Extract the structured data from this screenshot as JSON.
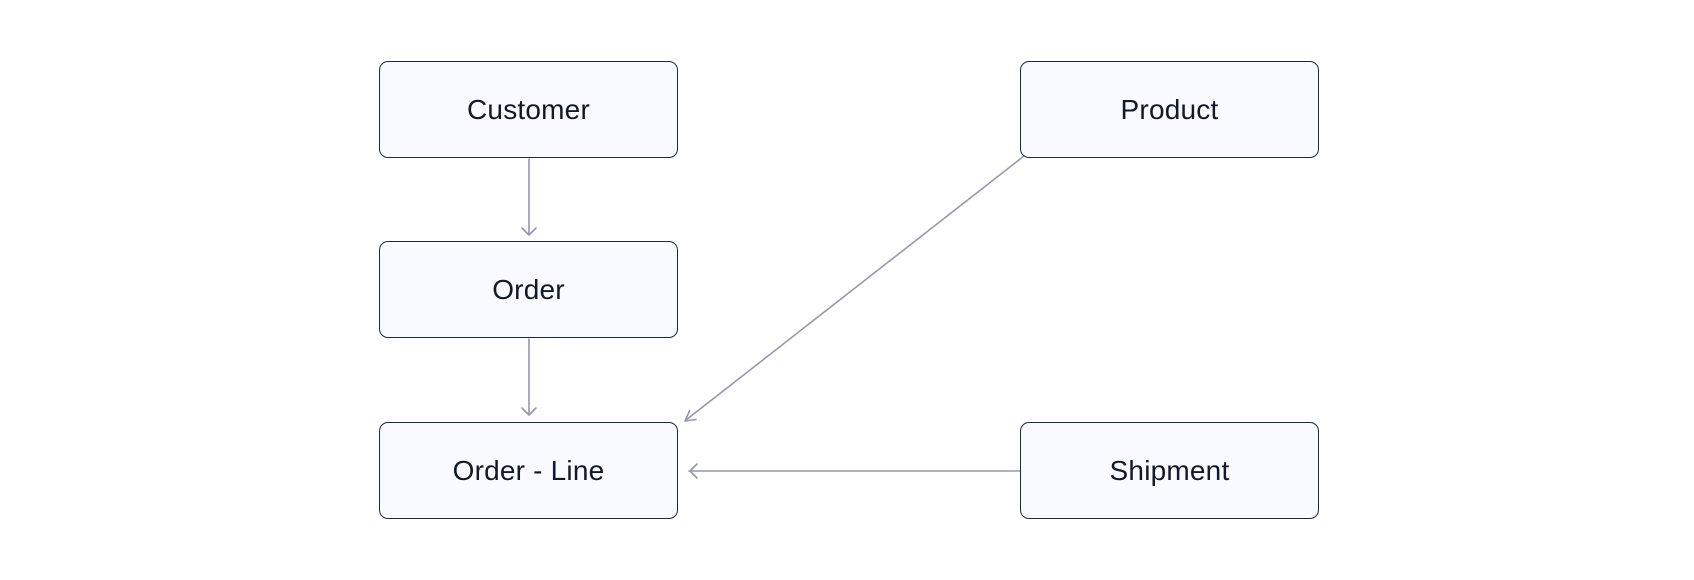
{
  "diagram": {
    "edge_color": "#9696b0",
    "nodes": {
      "customer": {
        "label": "Customer"
      },
      "order": {
        "label": "Order"
      },
      "order_line": {
        "label": "Order - Line"
      },
      "product": {
        "label": "Product"
      },
      "shipment": {
        "label": "Shipment"
      }
    },
    "edges": [
      {
        "from": "Customer",
        "to": "Order"
      },
      {
        "from": "Order",
        "to": "Order - Line"
      },
      {
        "from": "Product",
        "to": "Order - Line"
      },
      {
        "from": "Shipment",
        "to": "Order - Line"
      }
    ]
  }
}
